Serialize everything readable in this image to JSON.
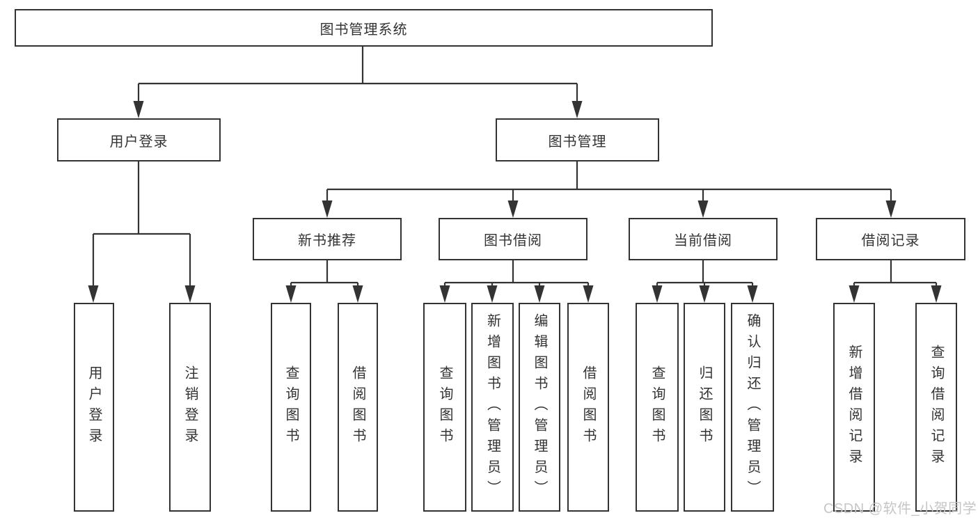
{
  "tree": {
    "root": "图书管理系统",
    "branches": [
      {
        "label": "用户登录",
        "children": [
          "用户登录",
          "注销登录"
        ]
      },
      {
        "label": "图书管理",
        "sections": [
          {
            "label": "新书推荐",
            "children": [
              "查询图书",
              "借阅图书"
            ]
          },
          {
            "label": "图书借阅",
            "children": [
              "查询图书",
              "新增图书（管理员）",
              "编辑图书（管理员）",
              "借阅图书"
            ]
          },
          {
            "label": "当前借阅",
            "children": [
              "查询图书",
              "归还图书",
              "确认归还（管理员）"
            ]
          },
          {
            "label": "借阅记录",
            "children": [
              "新增借阅记录",
              "查询借阅记录"
            ]
          }
        ]
      }
    ]
  },
  "watermark": {
    "text": "CSDN @软件_小贺同学"
  },
  "colors": {
    "line": "#333333",
    "text": "#333333",
    "watermark": "#c6c6c6",
    "background": "#ffffff"
  }
}
